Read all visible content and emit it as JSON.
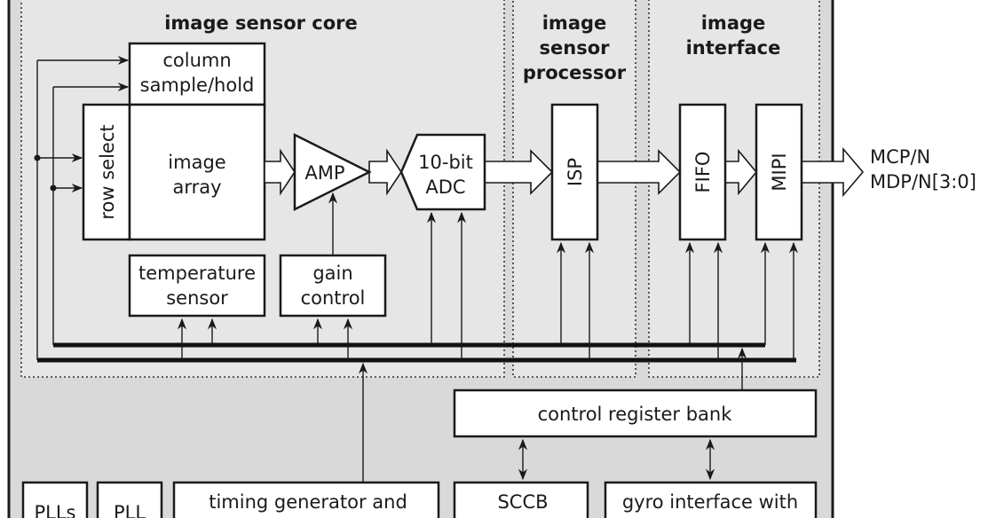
{
  "sections": {
    "core_title": "image sensor core",
    "isp_title": [
      "image",
      "sensor",
      "processor"
    ],
    "interface_title": [
      "image",
      "interface"
    ]
  },
  "blocks": {
    "column_sample_hold": [
      "column",
      "sample/hold"
    ],
    "row_select": "row select",
    "image_array": [
      "image",
      "array"
    ],
    "amp": "AMP",
    "adc": [
      "10-bit",
      "ADC"
    ],
    "isp": "ISP",
    "fifo": "FIFO",
    "mipi": "MIPI",
    "temperature_sensor": [
      "temperature",
      "sensor"
    ],
    "gain_control": [
      "gain",
      "control"
    ],
    "control_register_bank": "control register bank",
    "plls_1": "PLLs",
    "pll_2": "PLL",
    "timing_generator": "timing generator and",
    "sccb": "SCCB",
    "gyro_interface": "gyro interface with"
  },
  "outputs": {
    "line1": "MCP/N",
    "line2": "MDP/N[3:0]"
  },
  "colors": {
    "chip_bg": "#d9d9d9",
    "region_bg": "#e6e6e6",
    "ink": "#1a1a1a"
  }
}
